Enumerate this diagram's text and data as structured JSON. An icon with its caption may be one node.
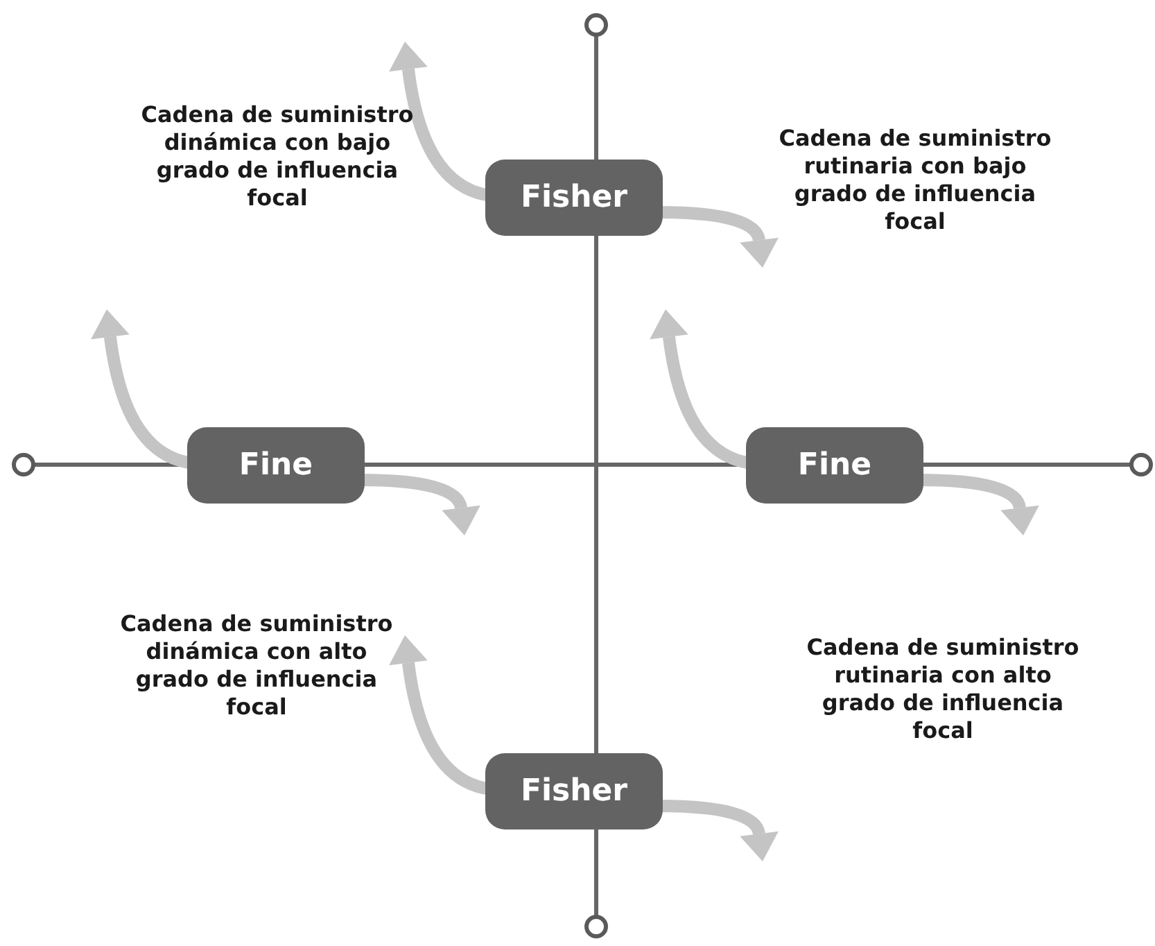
{
  "diagram": {
    "nodes": [
      {
        "text": [
          "Fisher"
        ]
      },
      {
        "text": [
          "Fine"
        ]
      },
      {
        "text": [
          "Fine"
        ]
      },
      {
        "text": [
          "Fisher"
        ]
      }
    ],
    "labels": [
      "Cadena de suministro dinámica con bajo grado de influencia focal",
      "Cadena de suministro rutinaria con bajo grado de influencia focal",
      "Cadena de suministro dinámica con alto grado de influencia focal",
      "Cadena de suministro rutinaria con alto grado de influencia focal"
    ]
  }
}
